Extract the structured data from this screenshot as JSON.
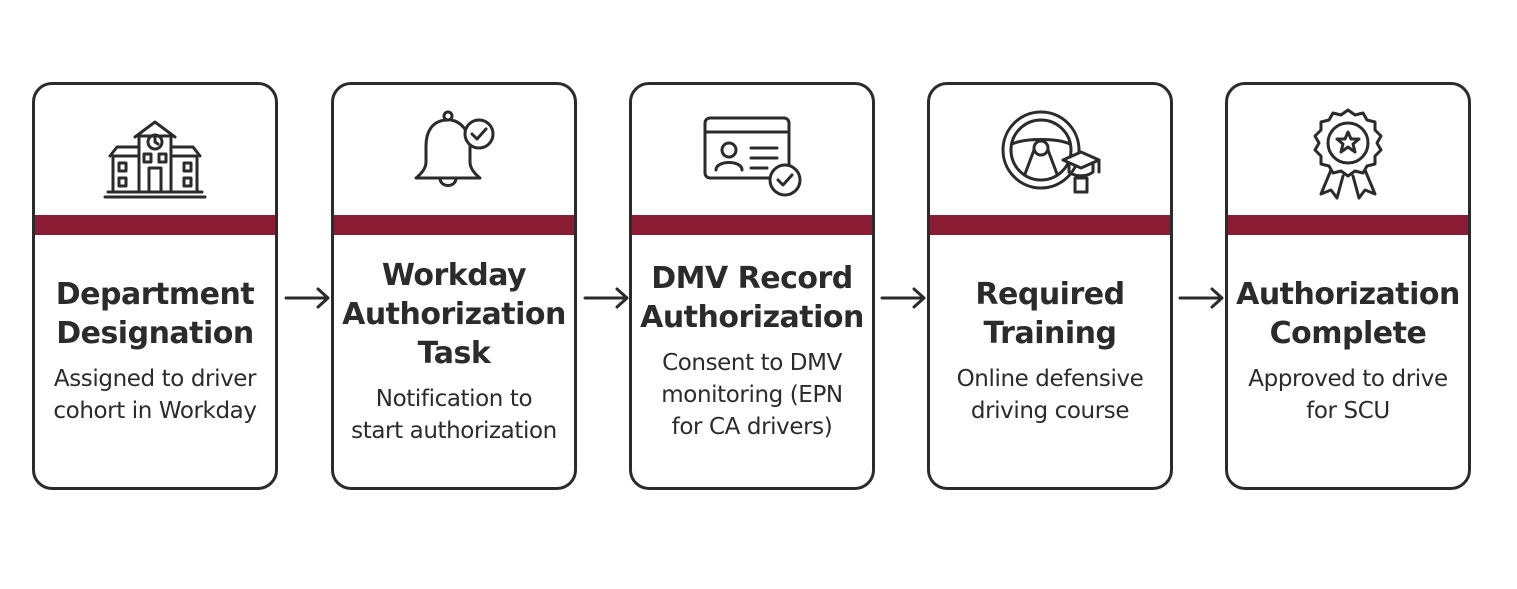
{
  "steps": [
    {
      "icon": "building-icon",
      "title": "Department\nDesignation",
      "description": "Assigned to driver\ncohort in Workday"
    },
    {
      "icon": "bell-check-icon",
      "title": "Workday\nAuthorization\nTask",
      "description": "Notification to\nstart authorization"
    },
    {
      "icon": "id-card-check-icon",
      "title": "DMV Record\nAuthorization",
      "description": "Consent to DMV\nmonitoring (EPN\nfor CA drivers)"
    },
    {
      "icon": "steering-wheel-graduation-cap-icon",
      "title": "Required\nTraining",
      "description": "Online defensive\ndriving course"
    },
    {
      "icon": "award-ribbon-icon",
      "title": "Authorization\nComplete",
      "description": "Approved to drive\nfor SCU"
    }
  ],
  "colors": {
    "accent_band": "#8a1c34",
    "outline": "#2b2b2b",
    "background": "#ffffff"
  }
}
